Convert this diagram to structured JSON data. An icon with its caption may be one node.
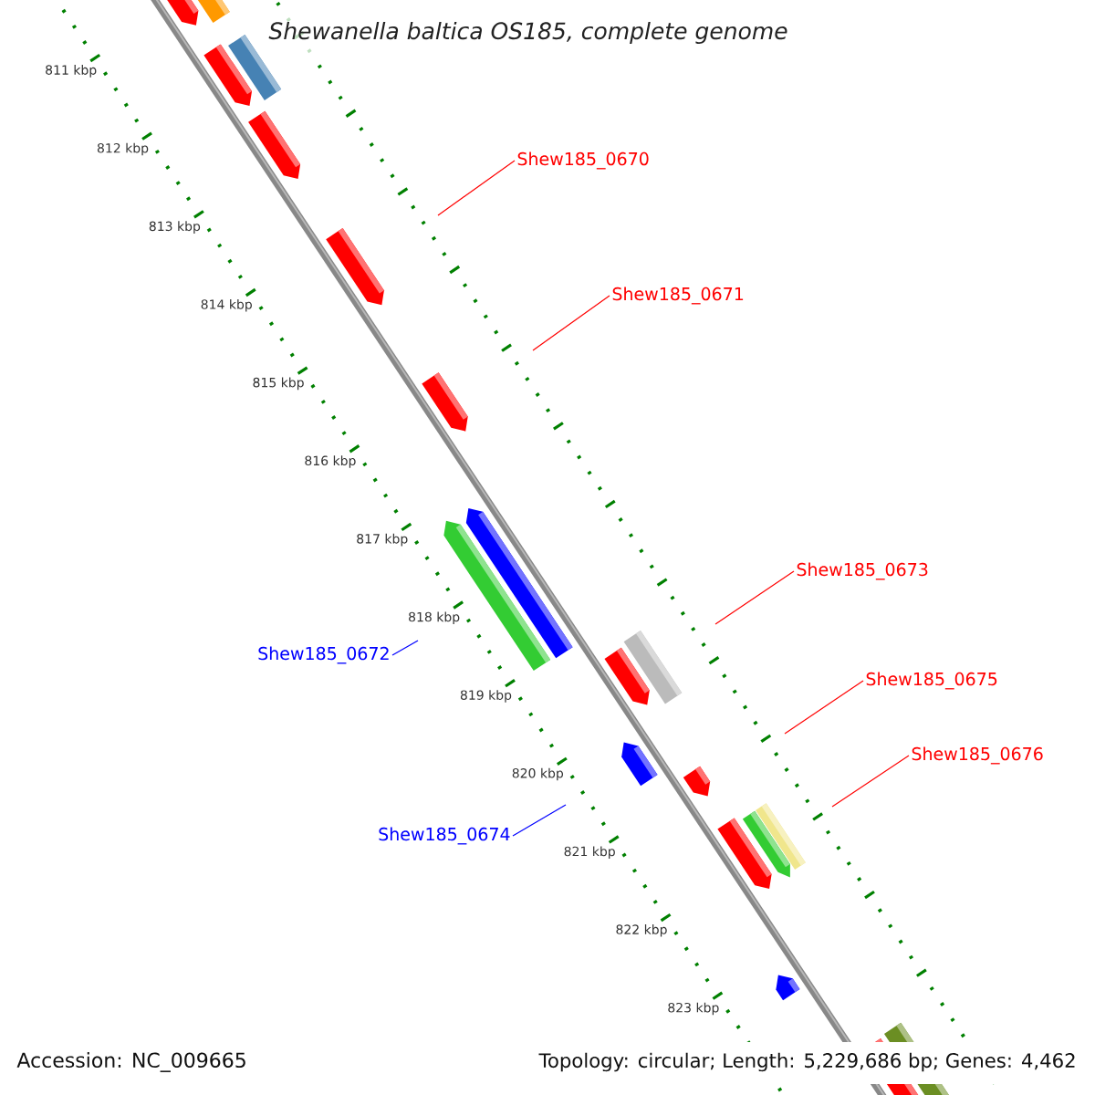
{
  "diagram": {
    "title": "Shewanella baltica OS185, complete genome",
    "nodes": [
      {
        "text": [
          "Shew185_0670"
        ]
      },
      {
        "text": [
          "Shew185_0671"
        ]
      },
      {
        "text": [
          "Shew185_0673"
        ]
      },
      {
        "text": [
          "Shew185_0672"
        ]
      },
      {
        "text": [
          "Shew185_0675"
        ]
      },
      {
        "text": [
          "Shew185_0676"
        ]
      },
      {
        "text": [
          "Shew185_0674"
        ]
      }
    ],
    "edges": [
      {
        "from": 0,
        "to": null,
        "arrow": "none"
      },
      {
        "from": 1,
        "to": null,
        "arrow": "none"
      },
      {
        "from": 2,
        "to": null,
        "arrow": "none"
      },
      {
        "from": 3,
        "to": null,
        "arrow": "none",
        "color": "#0000ff"
      },
      {
        "from": 4,
        "to": null,
        "arrow": "none"
      },
      {
        "from": 5,
        "to": null,
        "arrow": "none"
      },
      {
        "from": 6,
        "to": null,
        "arrow": "none",
        "color": "#0000ff"
      }
    ],
    "labels": [
      "811 kbp",
      "812 kbp",
      "813 kbp",
      "814 kbp",
      "815 kbp",
      "816 kbp",
      "817 kbp",
      "818 kbp",
      "819 kbp",
      "820 kbp",
      "821 kbp",
      "822 kbp",
      "823 kbp",
      "Accession: NC_009665",
      "Topology: circular; Length: 5,229,686 bp; Genes: 4,462"
    ]
  }
}
